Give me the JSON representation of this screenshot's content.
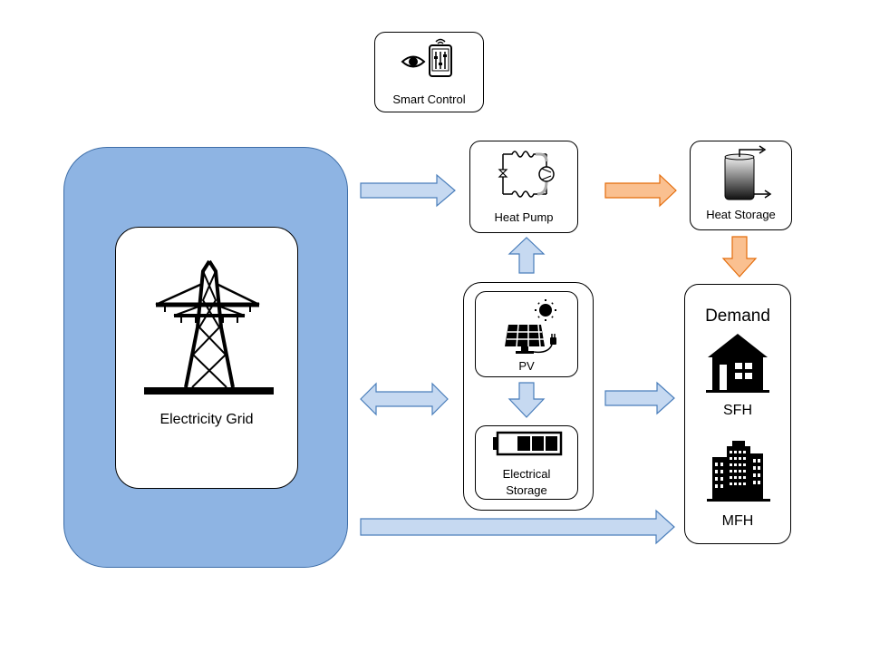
{
  "colors": {
    "grid_blue": "#8eb4e3",
    "grid_blue_border": "#3e6ea8",
    "arrow_blue_fill": "#c6d9f1",
    "arrow_blue_stroke": "#4a7ebb",
    "arrow_orange_fill": "#fac090",
    "arrow_orange_stroke": "#e46c0a"
  },
  "nodes": {
    "smart_control": {
      "label": "Smart Control",
      "icon": "eye-and-tablet-icon"
    },
    "electricity_grid": {
      "label": "Electricity Grid",
      "icon": "power-pylon-icon"
    },
    "heat_pump": {
      "label": "Heat Pump",
      "icon": "heat-pump-circuit-icon"
    },
    "heat_storage": {
      "label": "Heat Storage",
      "icon": "storage-tank-icon"
    },
    "pv": {
      "label": "PV",
      "icon": "solar-panel-icon"
    },
    "electrical_storage": {
      "label_line1": "Electrical",
      "label_line2": "Storage",
      "icon": "battery-icon"
    },
    "demand": {
      "title": "Demand",
      "sfh": {
        "label": "SFH",
        "icon": "house-icon"
      },
      "mfh": {
        "label": "MFH",
        "icon": "apartment-buildings-icon"
      }
    }
  },
  "arrows": [
    {
      "from": "Electricity Grid",
      "to": "Heat Pump",
      "type": "electric"
    },
    {
      "from": "Heat Pump",
      "to": "Heat Storage",
      "type": "thermal"
    },
    {
      "from": "Heat Storage",
      "to": "Demand",
      "type": "thermal"
    },
    {
      "from": "PV",
      "to": "Heat Pump",
      "type": "electric"
    },
    {
      "from": "PV",
      "to": "Electrical Storage",
      "type": "electric"
    },
    {
      "from": "Electricity Grid",
      "to": "PV / Electrical Storage",
      "type": "electric-bidirectional"
    },
    {
      "from": "PV / Electrical Storage",
      "to": "Demand",
      "type": "electric"
    },
    {
      "from": "Electricity Grid",
      "to": "Demand",
      "type": "electric"
    }
  ]
}
